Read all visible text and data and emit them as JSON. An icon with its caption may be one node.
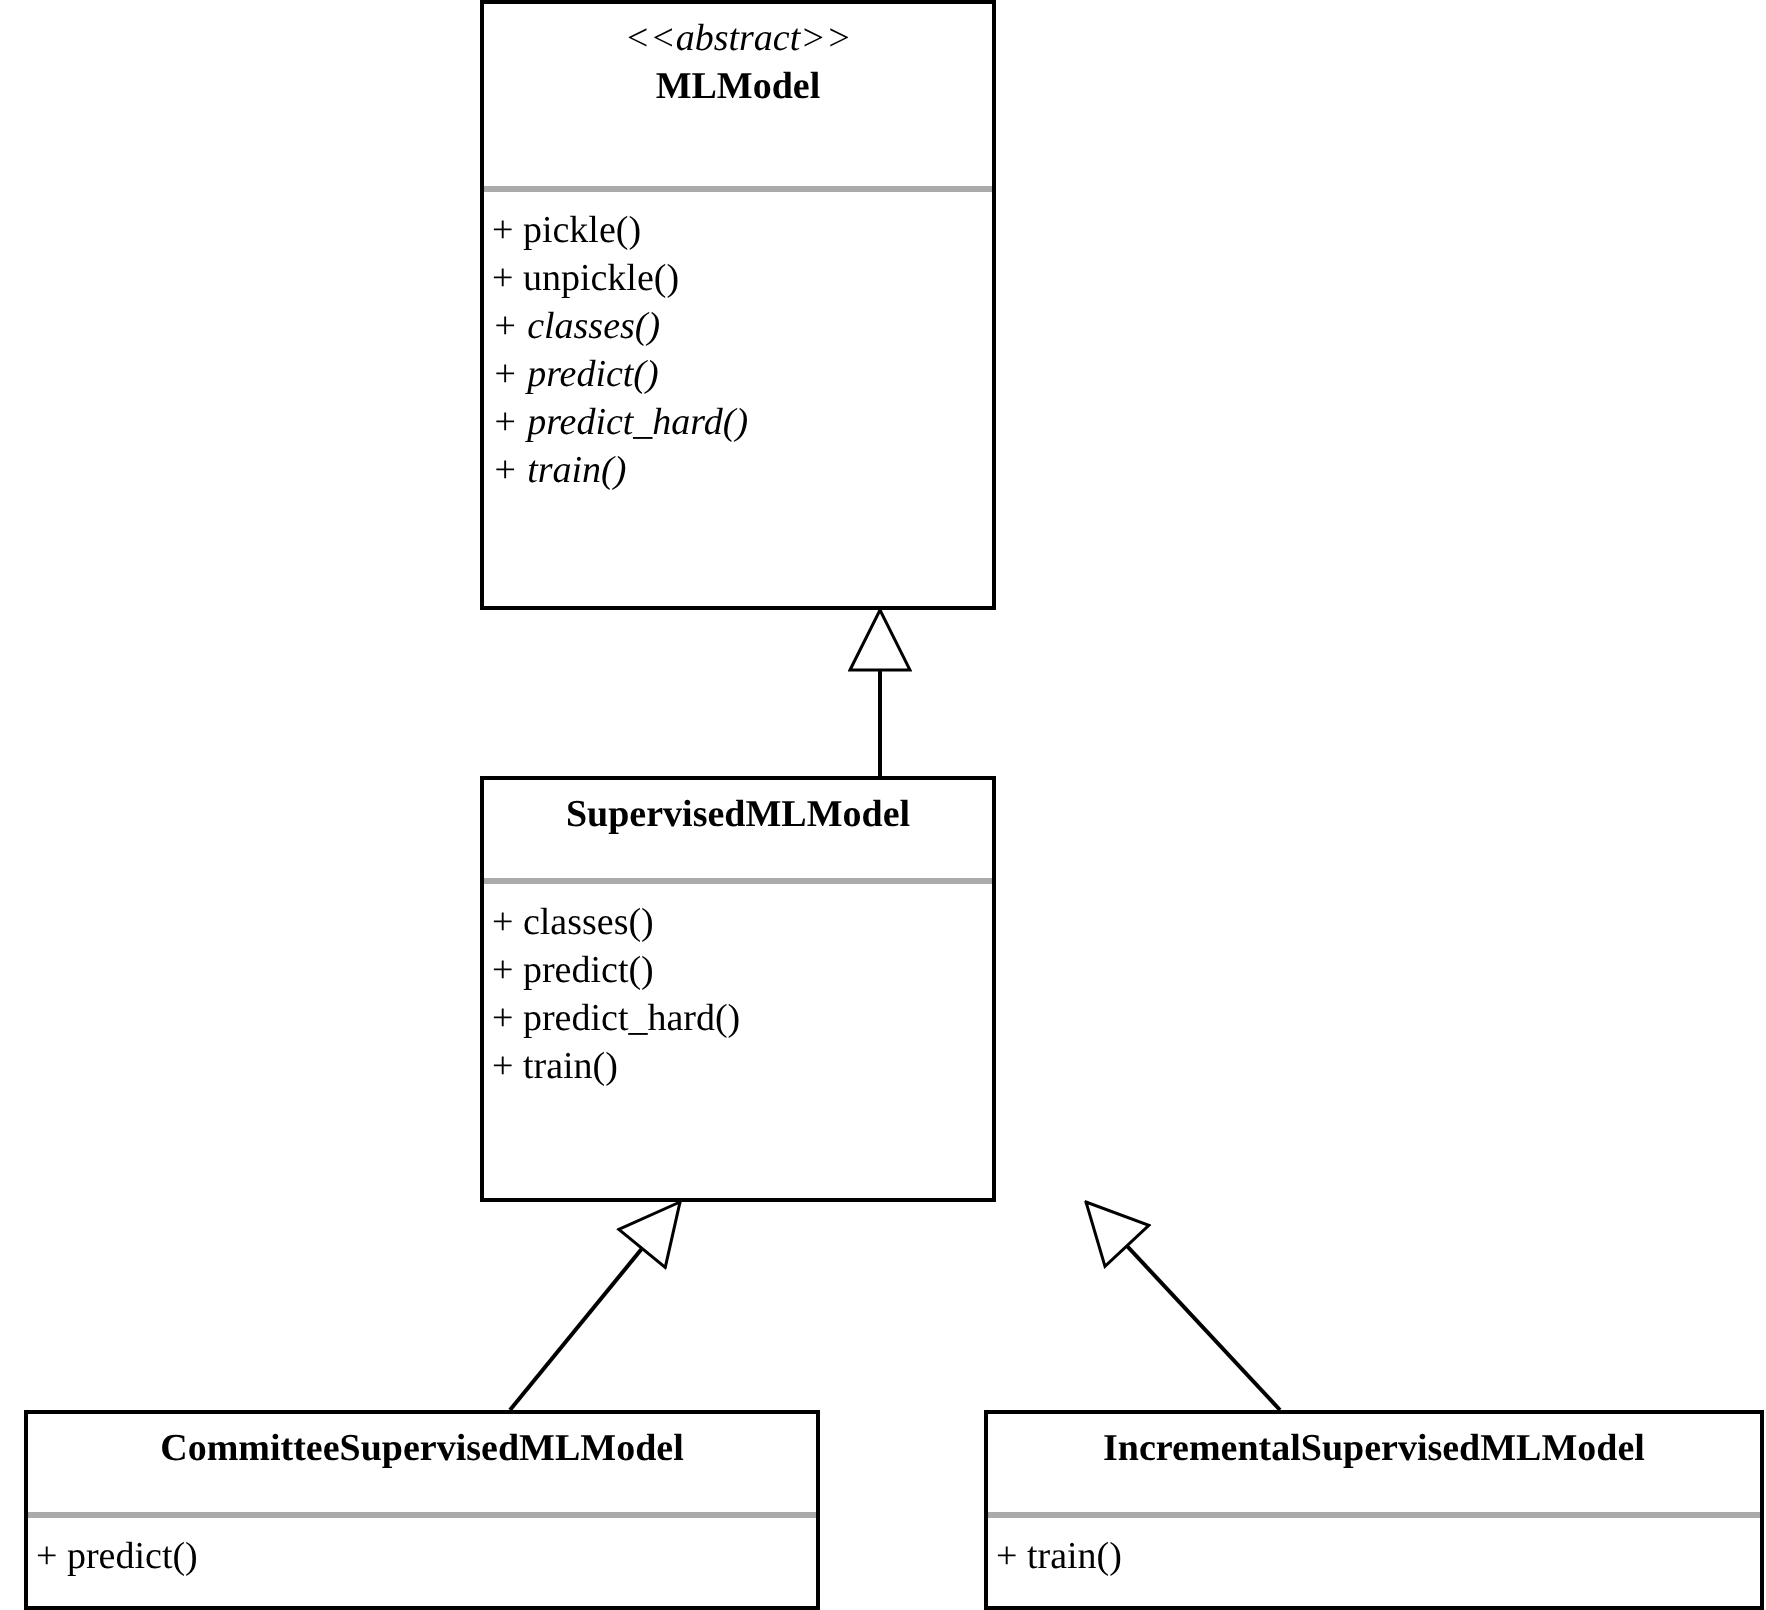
{
  "diagram": {
    "nodes": [
      {
        "text": [
          "*<<abstract>>*",
          "MLModel",
          "+ pickle()",
          "+ unpickle()",
          "*+ classes()*",
          "*+ predict()*",
          "*+ predict_hard()*",
          "*+ train()*"
        ]
      },
      {
        "text": [
          "SupervisedMLModel",
          "+ classes()",
          "+ predict()",
          "+ predict_hard()",
          "+ train()"
        ]
      },
      {
        "text": [
          "CommitteeSupervisedMLModel",
          "+ predict()"
        ]
      },
      {
        "text": [
          "IncrementalSupervisedMLModel",
          "+ train()"
        ]
      }
    ],
    "edges": [
      {
        "from": 1,
        "to": 0,
        "arrow": "to"
      },
      {
        "from": 2,
        "to": 1,
        "arrow": "to"
      },
      {
        "from": 3,
        "to": 1,
        "arrow": "to"
      }
    ]
  }
}
